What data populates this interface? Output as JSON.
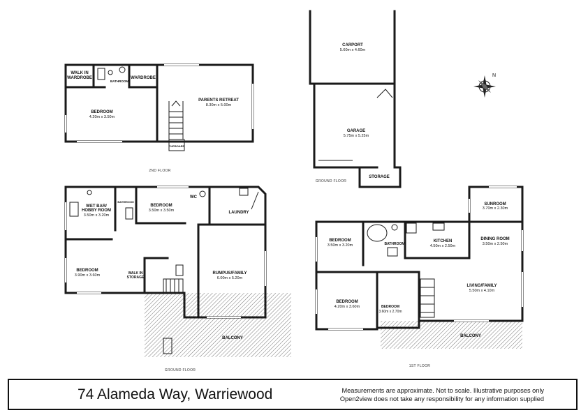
{
  "floors": {
    "second": {
      "label": "2ND FLOOR",
      "rooms": [
        {
          "name": "WALK IN",
          "name2": "WARDROBE"
        },
        {
          "name": "BATHROOM"
        },
        {
          "name": "WARDROBE"
        },
        {
          "name": "BEDROOM",
          "dims": "4.20m x 3.50m"
        },
        {
          "name": "PARENTS RETREAT",
          "dims": "8.30m x 5.00m"
        },
        {
          "name": "CUPBOARD"
        }
      ]
    },
    "ground_top": {
      "label": "GROUND FLOOR",
      "rooms": [
        {
          "name": "CARPORT",
          "dims": "5.60m x 4.60m"
        },
        {
          "name": "GARAGE",
          "dims": "5.75m x 5.25m"
        },
        {
          "name": "STORAGE"
        }
      ]
    },
    "ground": {
      "label": "GROUND FLOOR",
      "rooms": [
        {
          "name": "WET BAR/",
          "name2": "HOBBY ROOM",
          "dims": "3.50m x 3.20m"
        },
        {
          "name": "BATHROOM"
        },
        {
          "name": "BEDROOM",
          "dims": "3.50m x 3.50m"
        },
        {
          "name": "WC"
        },
        {
          "name": "LAUNDRY"
        },
        {
          "name": "BEDROOM",
          "dims": "3.90m x 3.60m"
        },
        {
          "name": "WALK IN",
          "name2": "STORAGE"
        },
        {
          "name": "RUMPUS/FAMILY",
          "dims": "6.00m x 5.20m"
        },
        {
          "name": "BALCONY"
        }
      ]
    },
    "first": {
      "label": "1ST FLOOR",
      "rooms": [
        {
          "name": "SUNROOM",
          "dims": "3.70m x 2.30m"
        },
        {
          "name": "BEDROOM",
          "dims": "3.50m x 3.20m"
        },
        {
          "name": "BATHROOM"
        },
        {
          "name": "KITCHEN",
          "dims": "4.50m x 2.50m"
        },
        {
          "name": "DINING ROOM",
          "dims": "3.50m x 2.50m"
        },
        {
          "name": "LIVING/FAMILY",
          "dims": "5.50m x 4.10m"
        },
        {
          "name": "BEDROOM",
          "dims": "4.20m x 3.60m"
        },
        {
          "name": "BEDROOM",
          "dims": "3.60m x 2.70m"
        },
        {
          "name": "BALCONY"
        }
      ]
    }
  },
  "compass": {
    "north_label": "N"
  },
  "footer": {
    "address": "74 Alameda Way, Warriewood",
    "disclaimer_line1": "Measurements are approximate. Not to scale. Illustrative purposes only",
    "disclaimer_line2": "Open2view does not take any responsibility for any information supplied"
  }
}
